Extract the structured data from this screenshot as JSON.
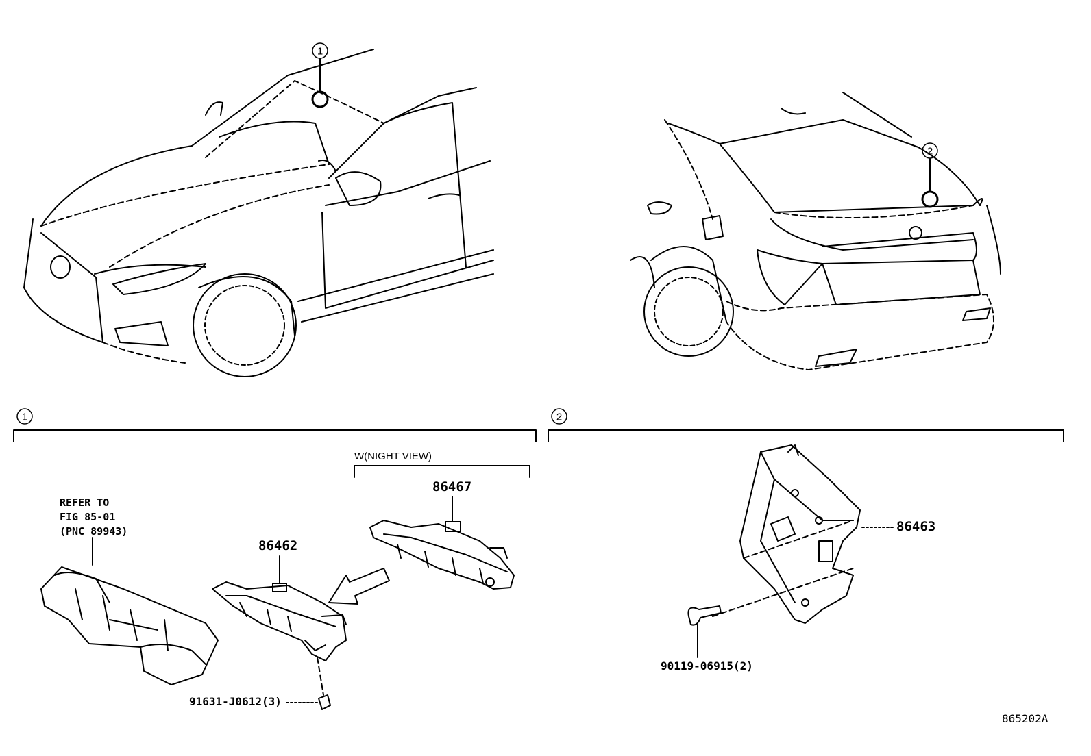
{
  "callouts": [
    "1",
    "2"
  ],
  "sections": [
    {
      "marker": "1"
    },
    {
      "marker": "2"
    }
  ],
  "labels": {
    "refer_note": "REFER TO\nFIG 85-01\n(PNC 89943)",
    "condition": "W(NIGHT VIEW)",
    "part_86467": "86467",
    "part_86462": "86462",
    "part_86463": "86463",
    "fastener_91631": "91631-J0612(3)",
    "fastener_90119": "90119-06915(2)",
    "illustration_code": "865202A"
  }
}
